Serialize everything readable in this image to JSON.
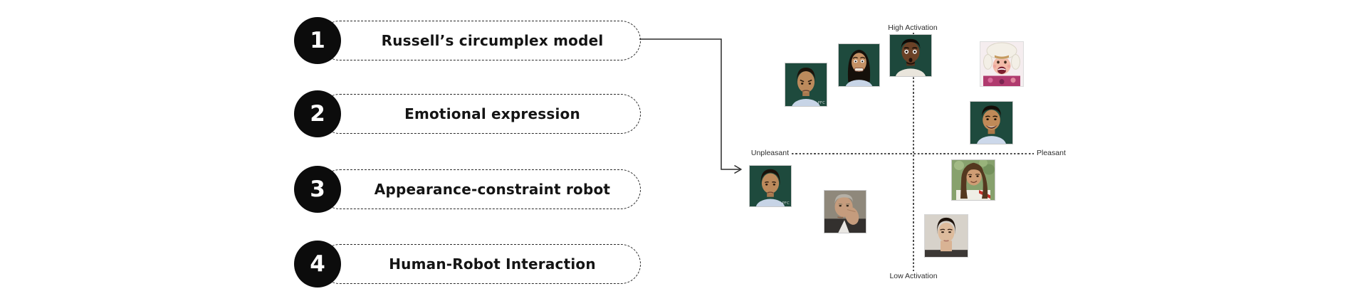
{
  "agenda": {
    "items": [
      {
        "number": "1",
        "label": "Russell’s circumplex model"
      },
      {
        "number": "2",
        "label": "Emotional expression"
      },
      {
        "number": "3",
        "label": "Appearance-constraint robot"
      },
      {
        "number": "4",
        "label": "Human-Robot Interaction"
      }
    ]
  },
  "diagram": {
    "axis_labels": {
      "top": "High Activation",
      "bottom": "Low Activation",
      "left": "Unpleasant",
      "right": "Pleasant"
    },
    "faces": [
      {
        "id": "angry-woman",
        "expression": "angry frown",
        "quadrant": "unpleasant / high activation",
        "watermark": "PFC"
      },
      {
        "id": "afraid-man",
        "expression": "fearful grimace",
        "quadrant": "unpleasant / high activation",
        "watermark": ""
      },
      {
        "id": "surprised-man",
        "expression": "wide-eyed surprise",
        "quadrant": "center top / highest activation",
        "watermark": ""
      },
      {
        "id": "excited-child",
        "expression": "excited open laugh",
        "quadrant": "pleasant / high activation",
        "watermark": ""
      },
      {
        "id": "happy-man",
        "expression": "broad smile",
        "quadrant": "pleasant / mid-high activation",
        "watermark": ""
      },
      {
        "id": "sad-woman",
        "expression": "sad",
        "quadrant": "unpleasant / mid-low activation",
        "watermark": "PFC"
      },
      {
        "id": "bored-man",
        "expression": "bored, chin on hand",
        "quadrant": "unpleasant / low activation",
        "watermark": ""
      },
      {
        "id": "content-woman",
        "expression": "content smile",
        "quadrant": "pleasant / mid-low activation",
        "watermark": ""
      },
      {
        "id": "calm-woman",
        "expression": "calm neutral",
        "quadrant": "pleasant / low activation",
        "watermark": ""
      }
    ]
  },
  "colors": {
    "line": "#2b2b2b",
    "badge_bg": "#0c0c0c",
    "badge_text": "#ffffff",
    "face_bg_green": "#1e4a3d"
  }
}
